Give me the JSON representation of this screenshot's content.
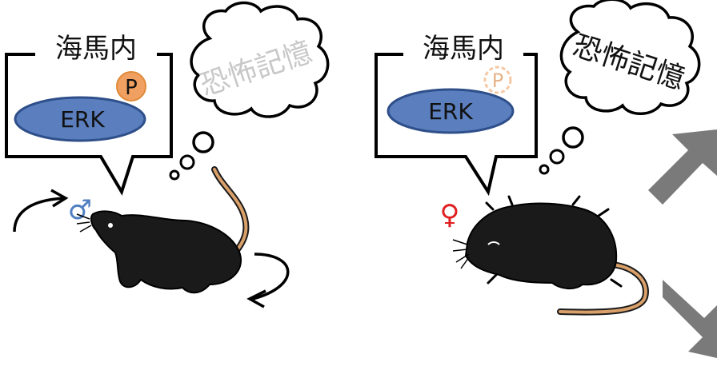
{
  "colors": {
    "erk_fill": "#5b7fbe",
    "erk_stroke": "#2e4f8a",
    "phospho_fill": "#f0a060",
    "phospho_faded": "#f6c9a4",
    "male_symbol": "#4f7fc0",
    "female_symbol": "#e02020",
    "memory_faded_text": "#c8c8c8",
    "memory_text": "#111111",
    "arrow_gray": "#7a7a7a",
    "mouse_body": "#1a1a1a",
    "tail": "#d9a06a"
  },
  "left_panel": {
    "region_label": "海馬内",
    "protein_label": "ERK",
    "phospho_label": "P",
    "sex_symbol": "♂",
    "memory_label": "恐怖記憶",
    "phospho_state": "phosphorylated",
    "memory_state": "faded"
  },
  "right_panel": {
    "region_label": "海馬内",
    "protein_label": "ERK",
    "phospho_label": "P",
    "sex_symbol": "♀",
    "memory_label": "恐怖記憶",
    "phospho_state": "not-phosphorylated",
    "memory_state": "retained"
  },
  "icons": {
    "mouse_left": "moving-mouse-icon",
    "mouse_right": "freezing-mouse-icon",
    "arrow_up": "arrow-up-right-icon",
    "arrow_down": "arrow-down-right-icon"
  }
}
